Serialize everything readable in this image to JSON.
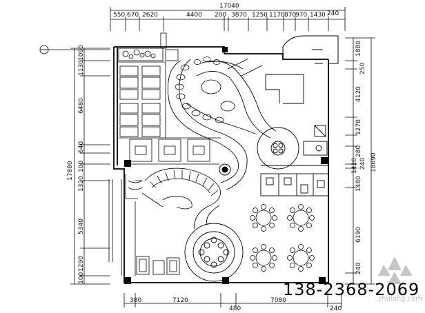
{
  "dims": {
    "top_total": "17040",
    "top_row": [
      "550",
      "670",
      "2620",
      "4400",
      "200",
      "3870",
      "1250",
      "1170",
      "870",
      "970",
      "1430",
      "240"
    ],
    "bottom_row": [
      "380",
      "7120",
      "480",
      "7080",
      "240"
    ],
    "left_total": "17880",
    "left_row": [
      "1090",
      "1130",
      "6480",
      "640",
      "100",
      "1320",
      "5340",
      "1290",
      "100"
    ],
    "right_total": "18690",
    "right_row": [
      "1880",
      "250",
      "4120",
      "1270",
      "280",
      "1420",
      "240",
      "1480",
      "6190",
      "240"
    ]
  },
  "phone": "138-2368-2069",
  "watermark": "zhulong.com",
  "colors": {
    "ink": "#000000",
    "watermark": "#bdbdbd"
  }
}
